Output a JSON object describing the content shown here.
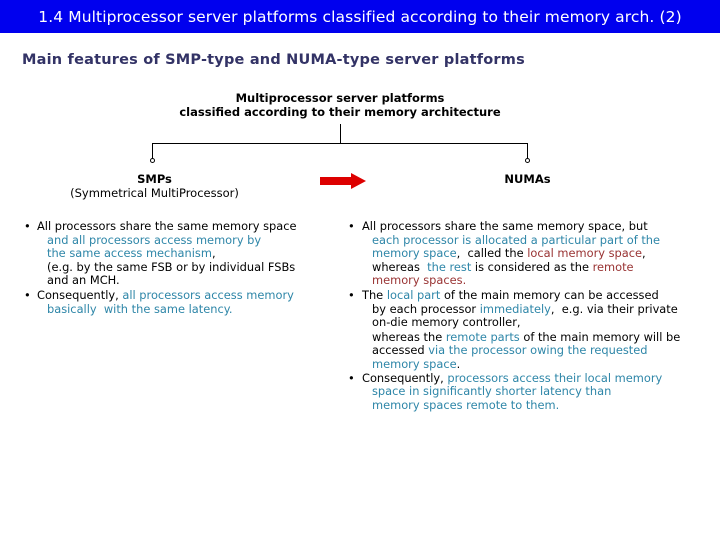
{
  "slide": {
    "title": "1.4 Multiprocessor server platforms classified according to their memory arch. (2)",
    "heading": "Main features of SMP-type and NUMA-type server platforms"
  },
  "colors": {
    "title_bar_bg": "#0000ee",
    "title_text": "#ffffff",
    "heading_text": "#333366",
    "body_black": "#000000",
    "accent_teal": "#2e86a8",
    "accent_red": "#993333",
    "arrow_red": "#dd0000",
    "page_bg": "#ffffff"
  },
  "tree": {
    "root_line1": "Multiprocessor server platforms",
    "root_line2": "classified according to their memory architecture",
    "left_branch": {
      "name": "SMPs",
      "expansion": "(Symmetrical MultiProcessor)"
    },
    "right_branch": {
      "name": "NUMAs"
    },
    "arrow_label": "right-arrow"
  },
  "smp_column": {
    "bullets": [
      {
        "marker": "•",
        "lines": [
          {
            "indent": false,
            "runs": [
              {
                "text": "All processors share the same memory space",
                "color": "black"
              }
            ]
          },
          {
            "indent": true,
            "runs": [
              {
                "text": "and all processors access memory by",
                "color": "teal"
              }
            ]
          },
          {
            "indent": true,
            "runs": [
              {
                "text": "the same access mechanism",
                "color": "teal"
              },
              {
                "text": ",",
                "color": "black"
              }
            ]
          },
          {
            "indent": true,
            "runs": [
              {
                "text": "(e.g. by the same FSB or by individual FSBs",
                "color": "black"
              }
            ]
          },
          {
            "indent": true,
            "runs": [
              {
                "text": "and an MCH.",
                "color": "black"
              }
            ]
          }
        ]
      },
      {
        "marker": "•",
        "lines": [
          {
            "indent": false,
            "runs": [
              {
                "text": "Consequently, ",
                "color": "black"
              },
              {
                "text": "all processors access memory",
                "color": "teal"
              }
            ]
          },
          {
            "indent": true,
            "runs": [
              {
                "text": "basically  with the same latency.",
                "color": "teal"
              }
            ]
          }
        ]
      }
    ]
  },
  "numa_column": {
    "bullets": [
      {
        "marker": "•",
        "lines": [
          {
            "indent": false,
            "runs": [
              {
                "text": "All processors share the same memory space, but",
                "color": "black"
              }
            ]
          },
          {
            "indent": true,
            "runs": [
              {
                "text": "each processor is allocated a particular part of the",
                "color": "teal"
              }
            ]
          },
          {
            "indent": true,
            "runs": [
              {
                "text": "memory space",
                "color": "teal"
              },
              {
                "text": ",  called the ",
                "color": "black"
              },
              {
                "text": "local memory space",
                "color": "red"
              },
              {
                "text": ",",
                "color": "black"
              }
            ]
          },
          {
            "indent": true,
            "runs": [
              {
                "text": "whereas  ",
                "color": "black"
              },
              {
                "text": "the rest",
                "color": "teal"
              },
              {
                "text": " is considered as the ",
                "color": "black"
              },
              {
                "text": "remote",
                "color": "red"
              }
            ]
          },
          {
            "indent": true,
            "runs": [
              {
                "text": "memory spaces.",
                "color": "red"
              }
            ]
          }
        ]
      },
      {
        "marker": "•",
        "lines": [
          {
            "indent": false,
            "runs": [
              {
                "text": "The ",
                "color": "black"
              },
              {
                "text": "local part",
                "color": "teal"
              },
              {
                "text": " of the main memory can be accessed",
                "color": "black"
              }
            ]
          },
          {
            "indent": true,
            "runs": [
              {
                "text": "by each processor ",
                "color": "black"
              },
              {
                "text": "immediately",
                "color": "teal"
              },
              {
                "text": ",  e.g. via their private",
                "color": "black"
              }
            ]
          },
          {
            "indent": true,
            "runs": [
              {
                "text": "on-die memory controller,",
                "color": "black"
              }
            ]
          }
        ]
      },
      {
        "marker": "",
        "lines": [
          {
            "indent": true,
            "runs": [
              {
                "text": "whereas the ",
                "color": "black"
              },
              {
                "text": "remote parts",
                "color": "teal"
              },
              {
                "text": " of the main memory will be",
                "color": "black"
              }
            ]
          },
          {
            "indent": true,
            "runs": [
              {
                "text": "accessed ",
                "color": "black"
              },
              {
                "text": "via the processor owing the requested",
                "color": "teal"
              }
            ]
          },
          {
            "indent": true,
            "runs": [
              {
                "text": "memory space",
                "color": "teal"
              },
              {
                "text": ".",
                "color": "black"
              }
            ]
          }
        ]
      },
      {
        "marker": "•",
        "lines": [
          {
            "indent": false,
            "runs": [
              {
                "text": "Consequently, ",
                "color": "black"
              },
              {
                "text": "processors access their local memory",
                "color": "teal"
              }
            ]
          },
          {
            "indent": true,
            "runs": [
              {
                "text": "space in significantly shorter latency than",
                "color": "teal"
              }
            ]
          },
          {
            "indent": true,
            "runs": [
              {
                "text": "memory spaces remote to them.",
                "color": "teal"
              }
            ]
          }
        ]
      }
    ]
  }
}
